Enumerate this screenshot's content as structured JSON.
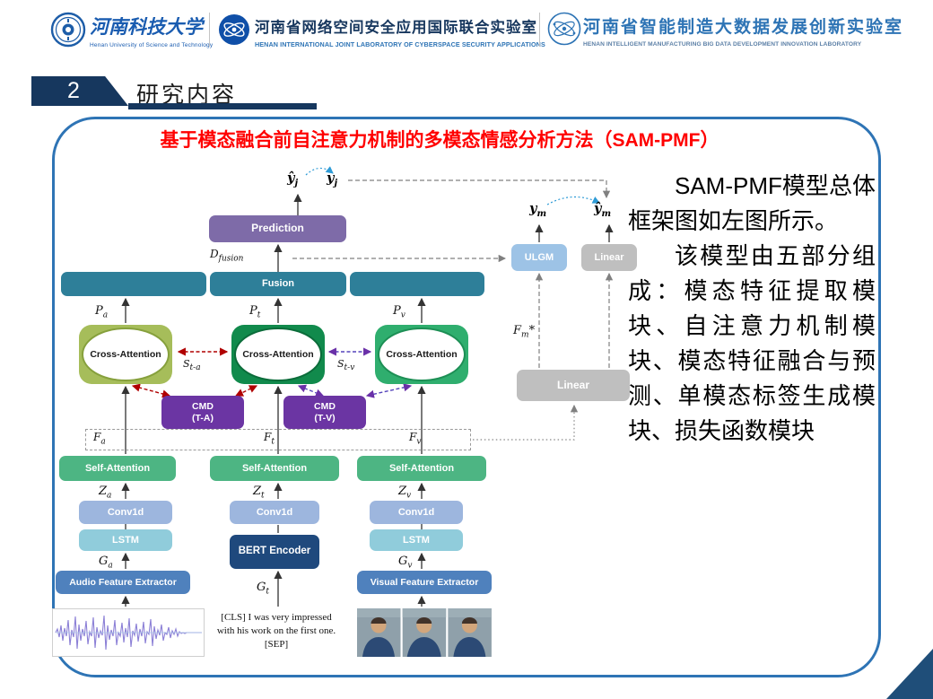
{
  "palette": {
    "accent_blue": "#2E74B5",
    "dark_navy": "#17375E",
    "title_red": "#FF0000",
    "corner_triangle": "#1F4E79"
  },
  "header": {
    "university": {
      "name_cn": "河南科技大学",
      "name_en": "Henan University of Science and Technology"
    },
    "lab_cyber": {
      "name_cn": "河南省网络空间安全应用国际联合实验室",
      "name_en": "HENAN INTERNATIONAL JOINT LABORATORY OF CYBERSPACE SECURITY APPLICATIONS"
    },
    "lab_manufacturing": {
      "name_cn": "河南省智能制造大数据发展创新实验室",
      "name_en": "HENAN INTELLIGENT MANUFACTURING BIG DATA DEVELOPMENT INNOVATION LABORATORY"
    }
  },
  "section": {
    "number": "2",
    "title": "研究内容"
  },
  "slide": {
    "title": "基于模态融合前自注意力机制的多模态情感分析方法（SAM-PMF）",
    "paragraphs": [
      "SAM-PMF模型总体框架图如左图所示。",
      "该模型由五部分组成：模态特征提取模块、自注意力机制模块、模态特征融合与预测、单模态标签生成模块、损失函数模块"
    ]
  },
  "diagram": {
    "nodes": {
      "prediction": "Prediction",
      "fusion": "Fusion",
      "cross_attention": "Cross-Attention",
      "cmd_ta_line1": "CMD",
      "cmd_ta_line2": "(T-A)",
      "cmd_tv_line1": "CMD",
      "cmd_tv_line2": "(T-V)",
      "self_attention": "Self-Attention",
      "conv1d": "Conv1d",
      "lstm": "LSTM",
      "bert": "BERT Encoder",
      "audio_extractor": "Audio Feature Extractor",
      "visual_extractor": "Visual Feature Extractor",
      "ulgm": "ULGM",
      "linear": "Linear"
    },
    "labels": {
      "yhat_j": {
        "m": "ŷ",
        "s": "j"
      },
      "y_j": {
        "m": "y",
        "s": "j"
      },
      "y_m": {
        "m": "y",
        "s": "m"
      },
      "yhat_m": {
        "m": "ŷ",
        "s": "m"
      },
      "d_fusion": {
        "m": "D",
        "s": "fusion"
      },
      "p_a": {
        "m": "P",
        "s": "a"
      },
      "p_t": {
        "m": "P",
        "s": "t"
      },
      "p_v": {
        "m": "P",
        "s": "v"
      },
      "s_ta": {
        "m": "S",
        "s": "t-a"
      },
      "s_tv": {
        "m": "S",
        "s": "t-v"
      },
      "f_a": {
        "m": "F",
        "s": "a"
      },
      "f_t": {
        "m": "F",
        "s": "t"
      },
      "f_v": {
        "m": "F",
        "s": "v"
      },
      "z_a": {
        "m": "Z",
        "s": "a"
      },
      "z_t": {
        "m": "Z",
        "s": "t"
      },
      "z_v": {
        "m": "Z",
        "s": "v"
      },
      "g_a": {
        "m": "G",
        "s": "a"
      },
      "g_t": {
        "m": "G",
        "s": "t"
      },
      "g_v": {
        "m": "G",
        "s": "v"
      },
      "f_m": {
        "m": "F",
        "s": "m",
        "sup": "*"
      }
    },
    "text_input": {
      "line1": "[CLS] I was very impressed",
      "line2": "with his work on the first one.",
      "line3": "[SEP]"
    }
  }
}
